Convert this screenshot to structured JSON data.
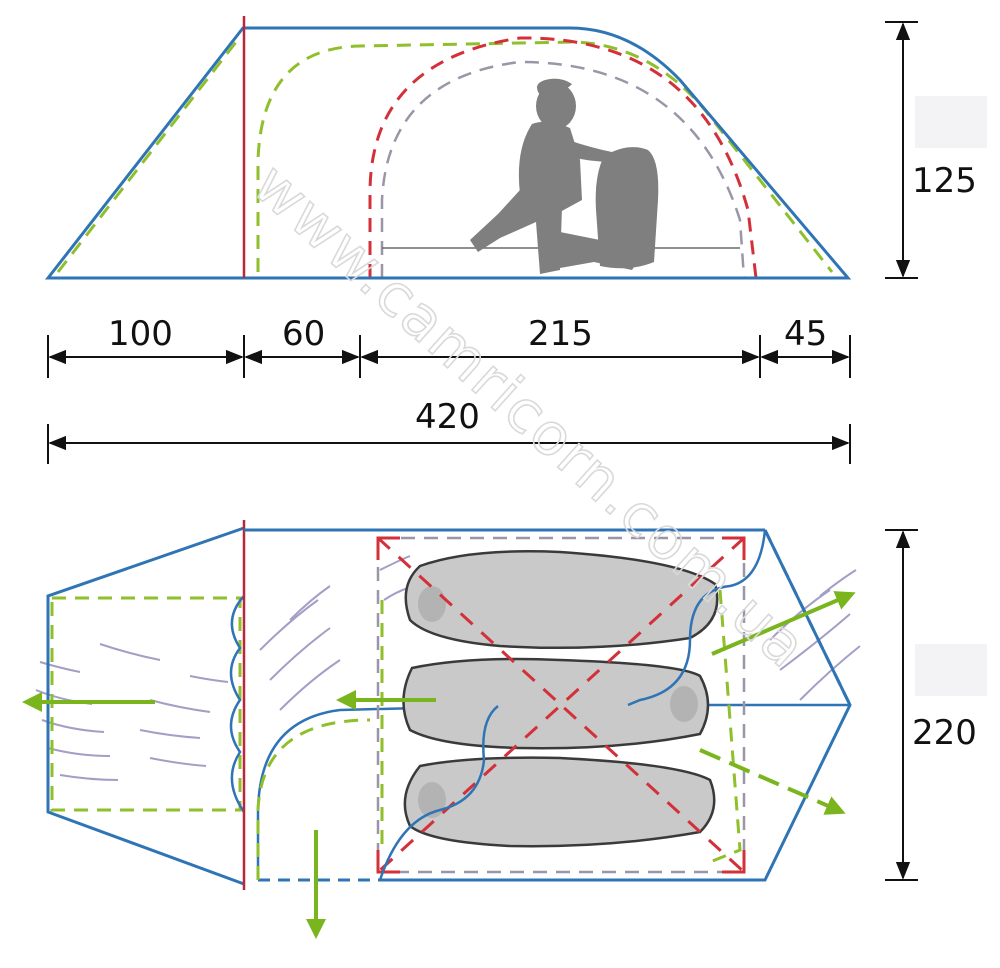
{
  "dimensions": {
    "segments": [
      "100",
      "60",
      "215",
      "45"
    ],
    "total_length": "420",
    "height": "125",
    "width": "220"
  },
  "watermark": "www.camricorn.com.ua",
  "colors": {
    "outline_blue": "#2f74b5",
    "inner_green": "#8fbf2a",
    "inner_red": "#d3303a",
    "inner_grey": "#9a96a8",
    "pole_red": "#b8283a",
    "arrow_green": "#7ab51d",
    "wind_purple": "#8c86b8",
    "sleeping_bag": "#c9c9c9",
    "silhouette": "#7f7f7f"
  }
}
